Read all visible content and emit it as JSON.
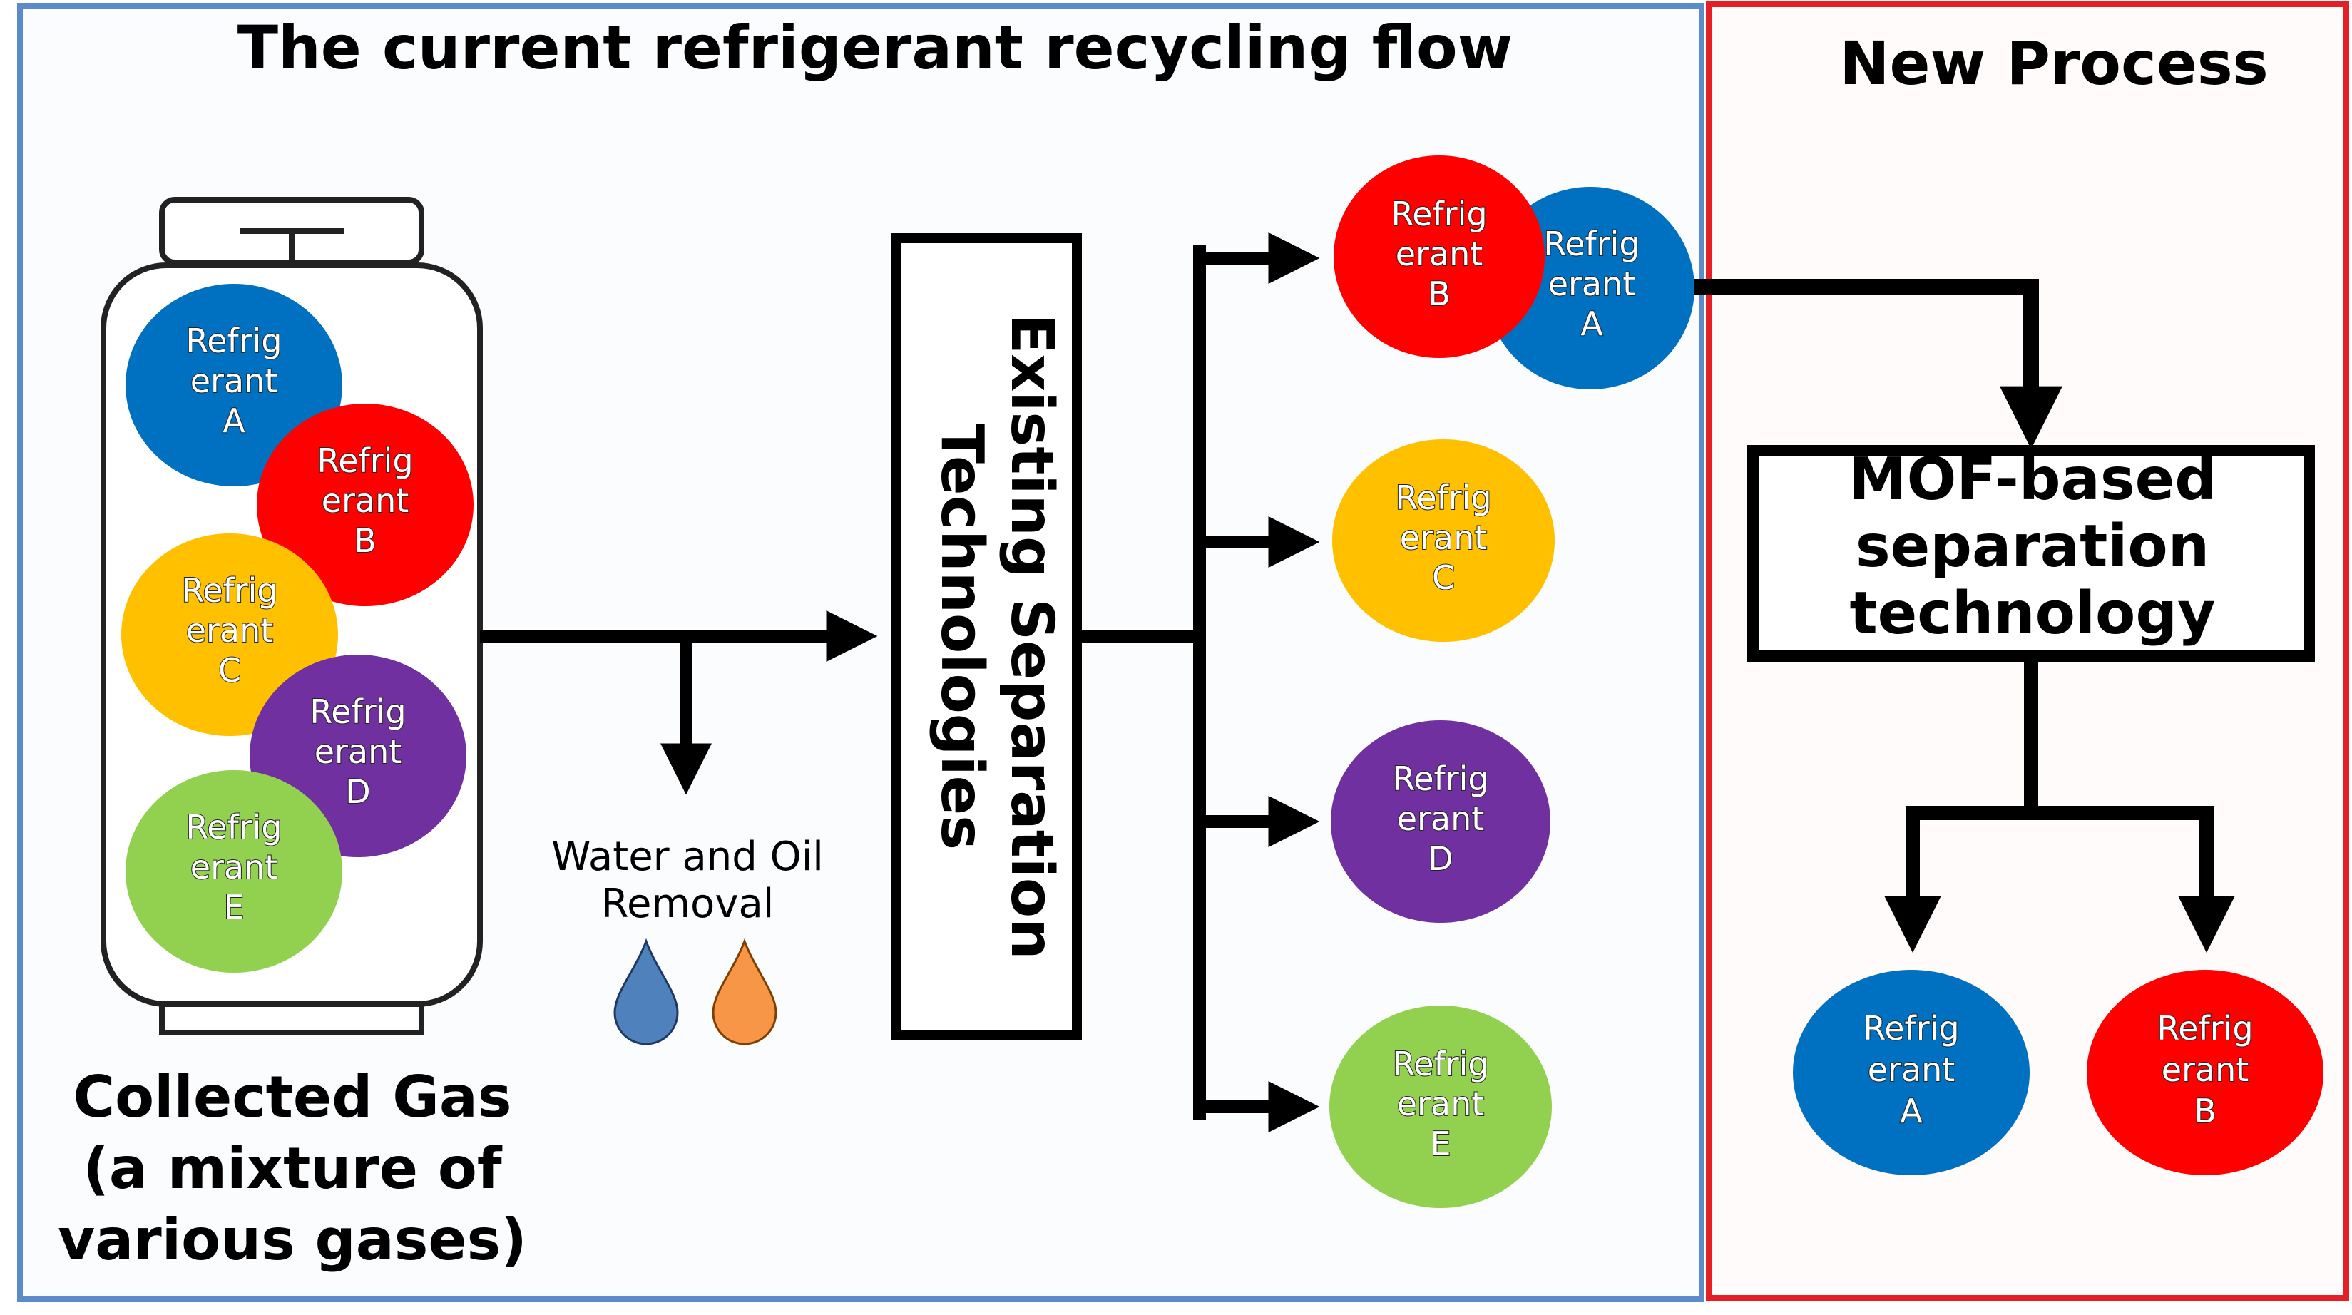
{
  "left_panel": {
    "title": "The current refrigerant recycling flow"
  },
  "right_panel": {
    "title": "New Process"
  },
  "cylinder": {
    "caption_line1": "Collected Gas",
    "caption_line2": "(a mixture of",
    "caption_line3": "various gases)"
  },
  "removal": {
    "line1": "Water and Oil",
    "line2": "Removal"
  },
  "separation_box": {
    "line1": "Existing Separation",
    "line2": "Technologies"
  },
  "mof_box": {
    "line1": "MOF-based",
    "line2": "separation",
    "line3": "technology"
  },
  "refrigerant_text": {
    "line1": "Refrig",
    "line2": "erant"
  },
  "refrigerants": {
    "A": {
      "letter": "A",
      "color": "#0070C0"
    },
    "B": {
      "letter": "B",
      "color": "#FF0000"
    },
    "C": {
      "letter": "C",
      "color": "#FFC000"
    },
    "D": {
      "letter": "D",
      "color": "#7030A0"
    },
    "E": {
      "letter": "E",
      "color": "#92D050"
    }
  },
  "colors": {
    "left_border": "#5B8BC9",
    "right_border": "#E41F26",
    "water_drop": "#4F81BD",
    "oil_drop": "#F79646"
  }
}
